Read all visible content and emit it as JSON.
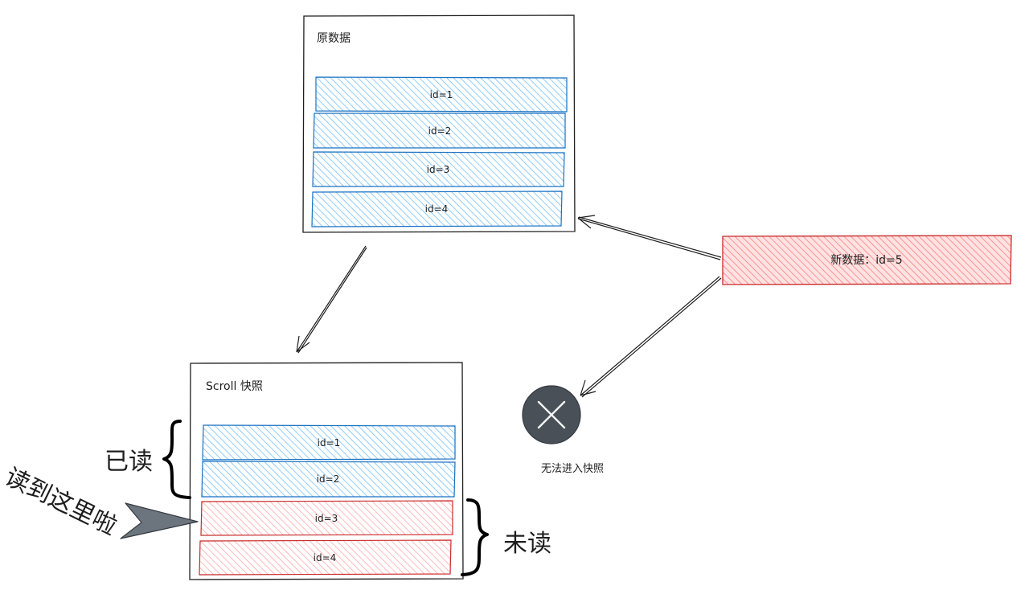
{
  "colors": {
    "blue_fill": "#a5d8ff",
    "blue_stroke": "#1971c2",
    "pink_fill": "#ffc9c9",
    "pink_stroke": "#c92a2a",
    "red_fill": "#ff8787",
    "ink": "#1e1e1e",
    "grey_circle": "#495057"
  },
  "original": {
    "title": "原数据",
    "rows": [
      "id=1",
      "id=2",
      "id=3",
      "id=4"
    ]
  },
  "new_data": {
    "label": "新数据：id=5"
  },
  "rejected": {
    "label": "无法进入快照",
    "icon": "close-icon"
  },
  "snapshot": {
    "title": "Scroll 快照",
    "rows": [
      {
        "label": "id=1",
        "state": "read"
      },
      {
        "label": "id=2",
        "state": "read"
      },
      {
        "label": "id=3",
        "state": "unread"
      },
      {
        "label": "id=4",
        "state": "unread"
      }
    ],
    "read_label": "已读",
    "unread_label": "未读",
    "pointer_label": "读到这里啦"
  }
}
